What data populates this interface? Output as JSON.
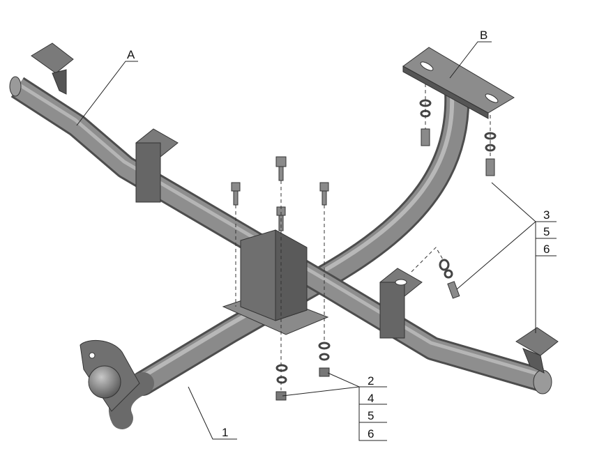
{
  "diagram": {
    "labels": {
      "A": "A",
      "B": "B",
      "part1": "1",
      "stack_left": [
        "2",
        "4",
        "5",
        "6"
      ],
      "stack_right": [
        "3",
        "5",
        "6"
      ]
    },
    "colors": {
      "metal": "#7d7d7d",
      "metal_dark": "#5a5a5a",
      "metal_light": "#a8a8a8",
      "line": "#222222"
    }
  }
}
